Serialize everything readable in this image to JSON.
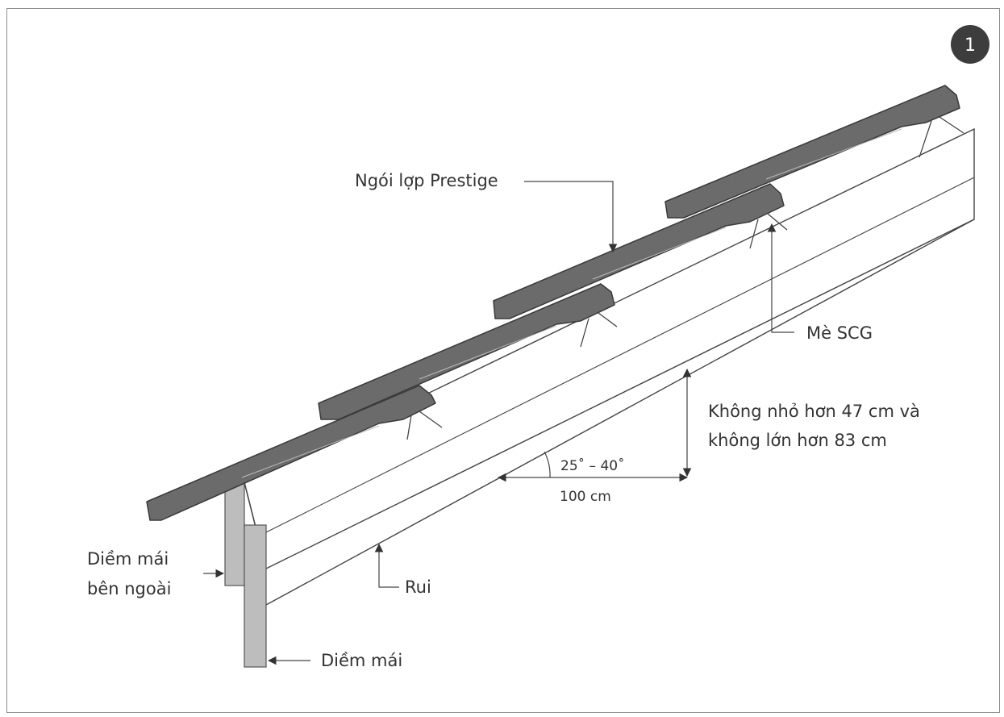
{
  "badge": "1",
  "labels": {
    "tile": "Ngói lợp Prestige",
    "batten": "Mè SCG",
    "spacing_line1": "Không nhỏ hơn 47 cm và",
    "spacing_line2": "không lớn hơn 83 cm",
    "angle": "25˚ – 40˚",
    "run": "100 cm",
    "rafter": "Rui",
    "outer_fascia_line1": "Diềm mái",
    "outer_fascia_line2": "bên ngoài",
    "fascia": "Diềm mái"
  },
  "colors": {
    "tile": "#6b6b6b",
    "tile_stroke": "#3a3a3a",
    "fascia": "#bdbdbd",
    "line": "#444444",
    "badge": "#3d3d3d",
    "frame": "#8c8c8c"
  }
}
